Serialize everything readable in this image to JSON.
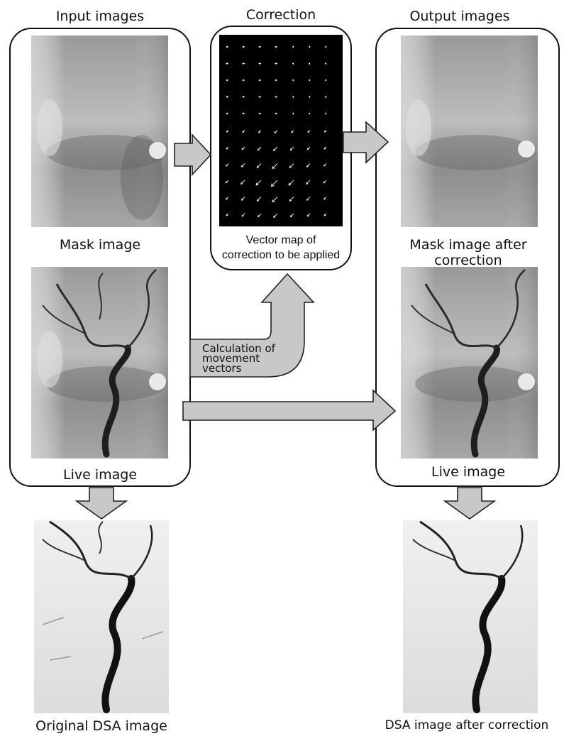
{
  "headers": {
    "input": "Input images",
    "correction": "Correction",
    "output": "Output images"
  },
  "labels": {
    "mask_image": "Mask image",
    "live_image_left": "Live image",
    "vector_map_line1": "Vector map of",
    "vector_map_line2": "correction to be applied",
    "calc_line1": "Calculation of",
    "calc_line2": "movement",
    "calc_line3": "vectors",
    "mask_after_line1": "Mask image after",
    "mask_after_line2": "correction",
    "live_image_right": "Live image",
    "original_dsa": "Original DSA image",
    "dsa_after": "DSA image after correction"
  },
  "colors": {
    "arrow_fill": "#c8c8c8",
    "vector_map_bg": "#000000",
    "xray_bg": "#b4b4b4",
    "dsa_bg": "#e6e6e6"
  }
}
